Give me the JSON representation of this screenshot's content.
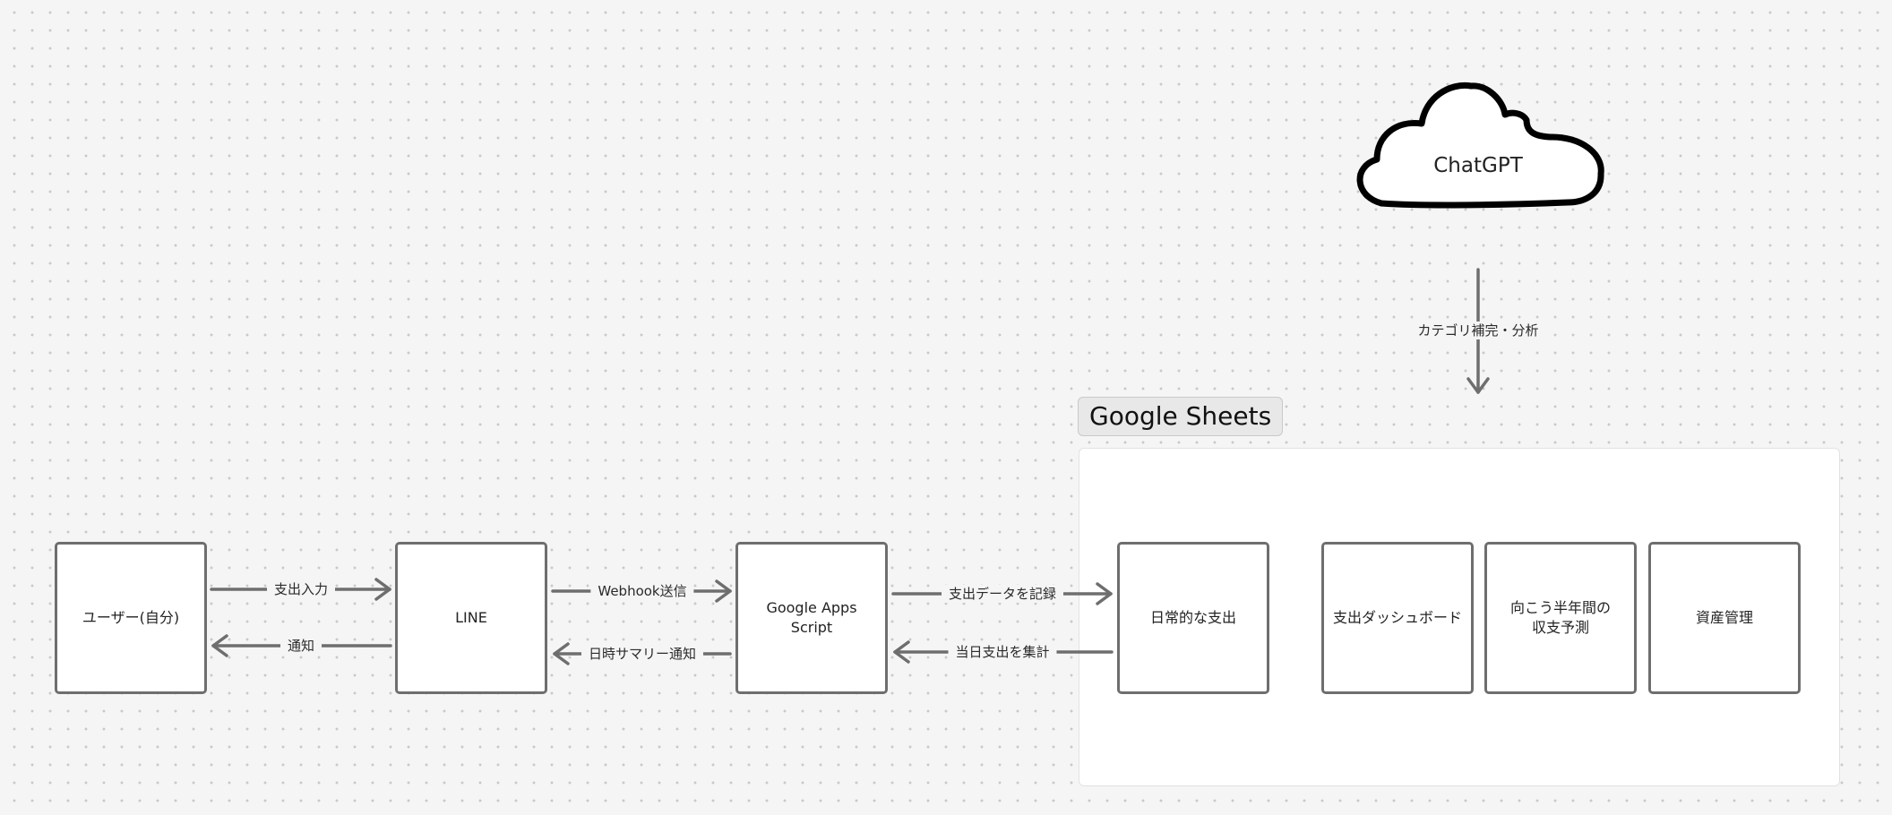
{
  "diagram": {
    "section": {
      "title": "Google Sheets"
    },
    "cloud": {
      "label": "ChatGPT"
    },
    "nodes": {
      "user": "ユーザー(自分)",
      "line": "LINE",
      "gas": "Google Apps\nScript",
      "daily": "日常的な支出",
      "dashboard": "支出ダッシュボード",
      "forecast": "向こう半年間の\n収支予測",
      "assets": "資産管理"
    },
    "edges": {
      "user_to_line": "支出入力",
      "line_to_user": "通知",
      "line_to_gas": "Webhook送信",
      "gas_to_line": "日時サマリー通知",
      "gas_to_daily": "支出データを記録",
      "daily_to_gas": "当日支出を集計",
      "chatgpt_to_sheets": "カテゴリ補完・分析"
    },
    "colors": {
      "stroke": "#6e6e6e",
      "cloud_stroke": "#000000",
      "background": "#f5f5f5",
      "dot_grid": "#c9c9c9"
    }
  }
}
